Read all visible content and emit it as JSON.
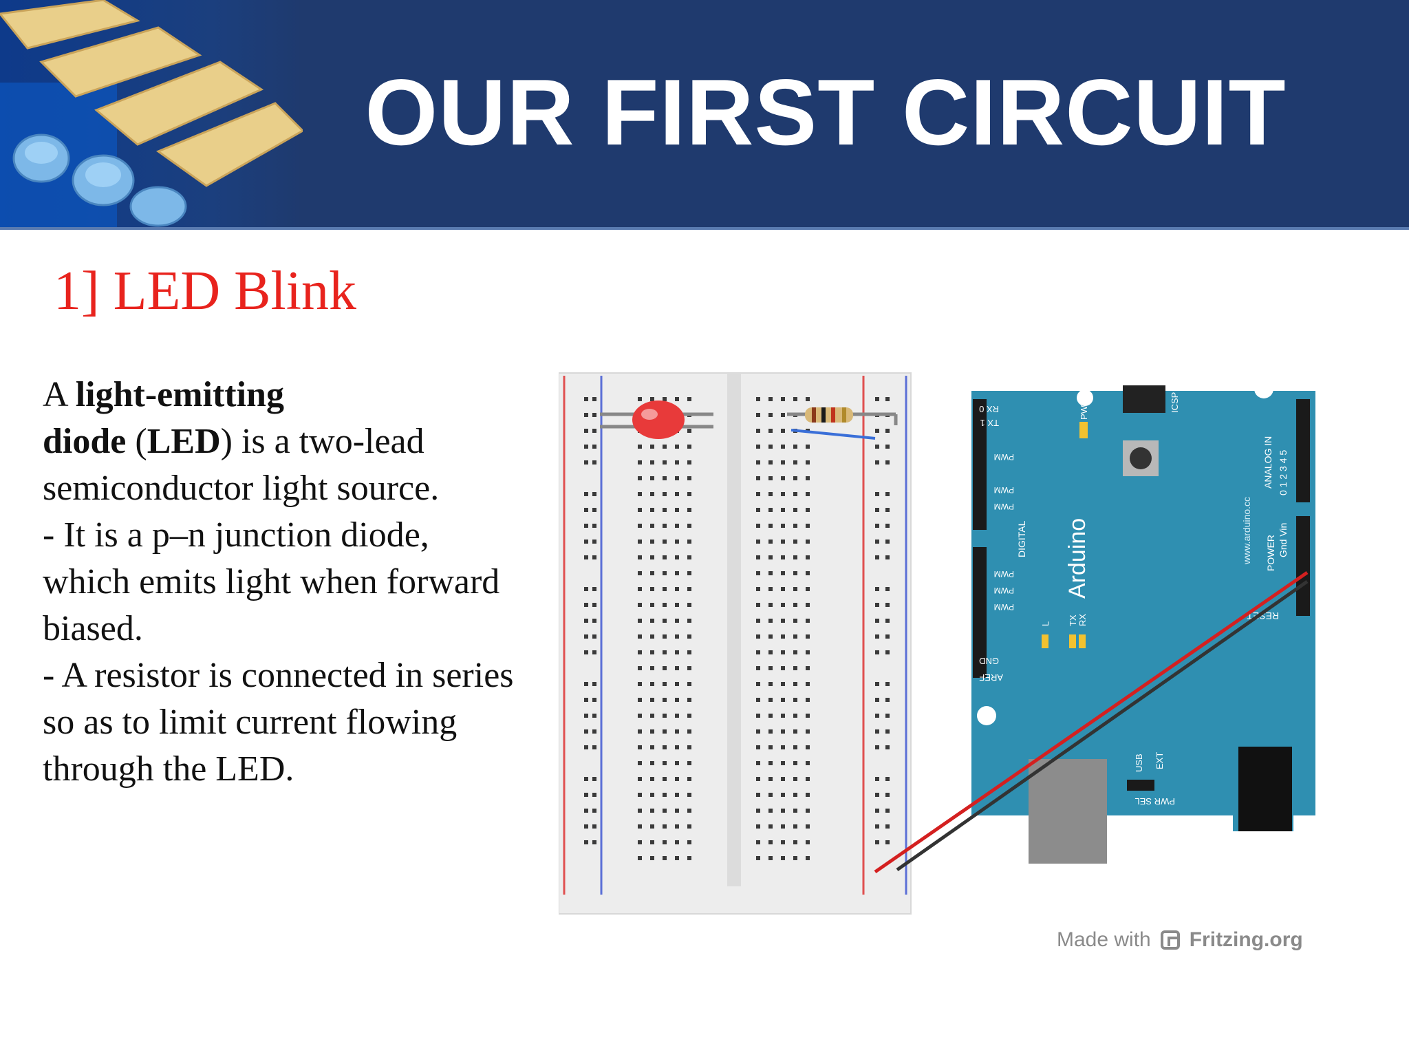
{
  "header": {
    "title": "OUR FIRST CIRCUIT"
  },
  "slide": {
    "subtitle": "1] LED Blink",
    "paragraph": {
      "a": "A ",
      "term1": "light-emitting",
      "term2": "diode",
      "open": " (",
      "abbr": "LED",
      "rest1": ") is a two-lead semiconductor light source.",
      "line2": "- It is a p–n junction diode, which emits light when forward biased.",
      "line3": "- A resistor is connected in series so as to limit current flowing through the LED."
    }
  },
  "diagram": {
    "board_brand": "Arduino",
    "board_url": "www.arduino.cc",
    "labels": {
      "digital": "DIGITAL",
      "pwm": "PWM",
      "analog_in": "ANALOG IN",
      "power": "POWER",
      "icsp": "ICSP",
      "pwr": "PWR",
      "gnd": "GND",
      "aref": "AREF",
      "usb": "USB",
      "ext": "EXT",
      "pwr_sel": "PWR SEL",
      "l": "L",
      "tx": "TX",
      "rx": "RX",
      "rx0": "RX 0",
      "tx1": "TX 1",
      "power_pins": "Gnd Vin",
      "reset": "RESET",
      "analog_pins": "0 1 2 3 4 5"
    },
    "colors": {
      "board": "#2f8fb1",
      "led": "#e83a3a",
      "wire_red": "#d42020",
      "wire_black": "#333333",
      "wire_blue": "#3a6fd8"
    }
  },
  "footer": {
    "made_with": "Made with",
    "brand": "Fritzing.org"
  }
}
